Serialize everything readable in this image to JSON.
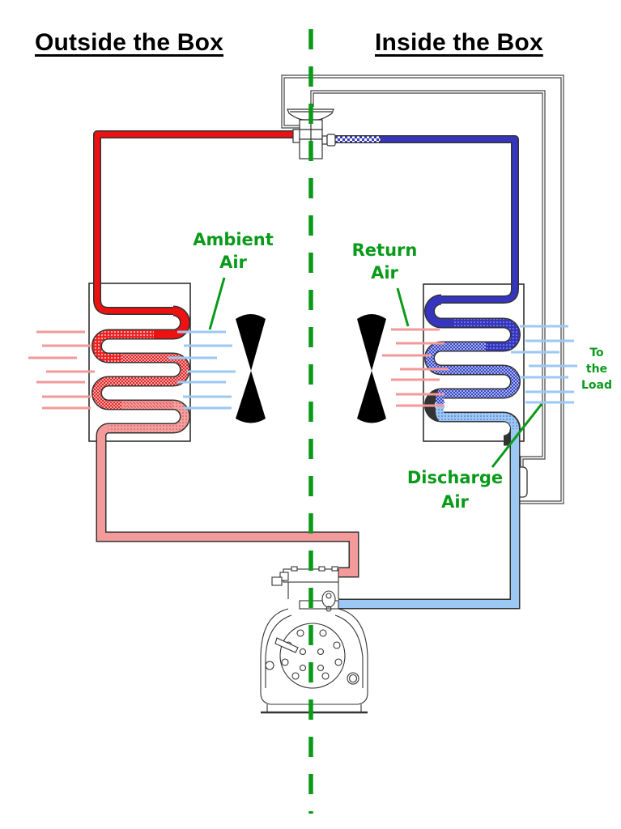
{
  "titles": {
    "outside": "Outside the Box",
    "inside": "Inside the Box"
  },
  "labels": {
    "ambient_air": [
      "Ambient",
      "Air"
    ],
    "return_air": [
      "Return",
      "Air"
    ],
    "discharge_air": [
      "Discharge",
      "Air"
    ],
    "to_the_load": [
      "To",
      "the",
      "Load"
    ]
  },
  "components": {
    "condenser": "condenser-coil",
    "evaporator": "evaporator-coil",
    "expansion_valve": "expansion-valve",
    "compressor": "compressor",
    "condenser_fan": "fan-icon",
    "evaporator_fan": "fan-icon",
    "sensing_bulb": "sensing-bulb",
    "boundary": "dashed-boundary-line"
  },
  "colors": {
    "hot_gas": "#ee1111",
    "hot_mix": "#f37070",
    "warm_liquid": "#f59a9a",
    "cold_liquid": "#3535c0",
    "cold_mix": "#5a6ad0",
    "cool_vapor": "#9cc8f4",
    "warm_air": "#f29a9a",
    "cool_air": "#9cc8f4",
    "boundary": "#0a9a1a",
    "label": "#0a9a1a",
    "outline": "#333333"
  }
}
